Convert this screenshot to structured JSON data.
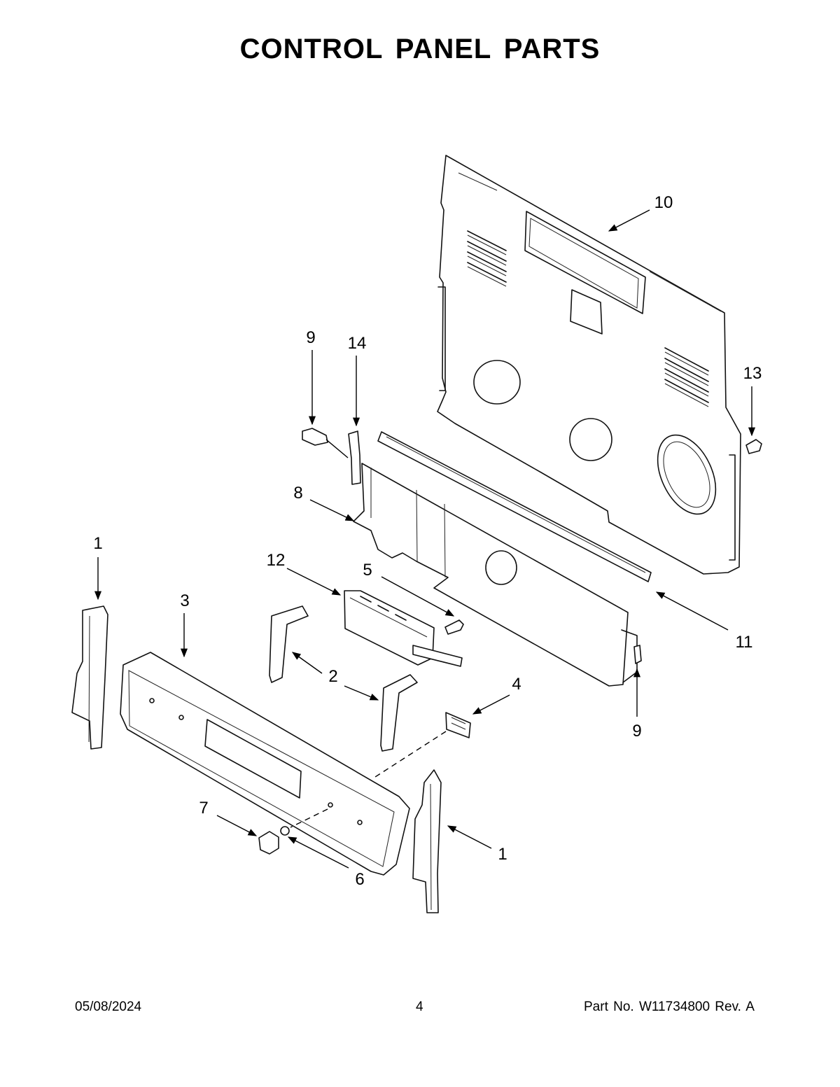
{
  "title": "CONTROL PANEL PARTS",
  "callouts": [
    "10",
    "9",
    "14",
    "13",
    "8",
    "1",
    "12",
    "5",
    "3",
    "11",
    "2",
    "4",
    "9",
    "7",
    "1",
    "6"
  ],
  "footer": {
    "date": "05/08/2024",
    "page": "4",
    "part_number": "Part No.  W11734800  Rev.  A"
  }
}
